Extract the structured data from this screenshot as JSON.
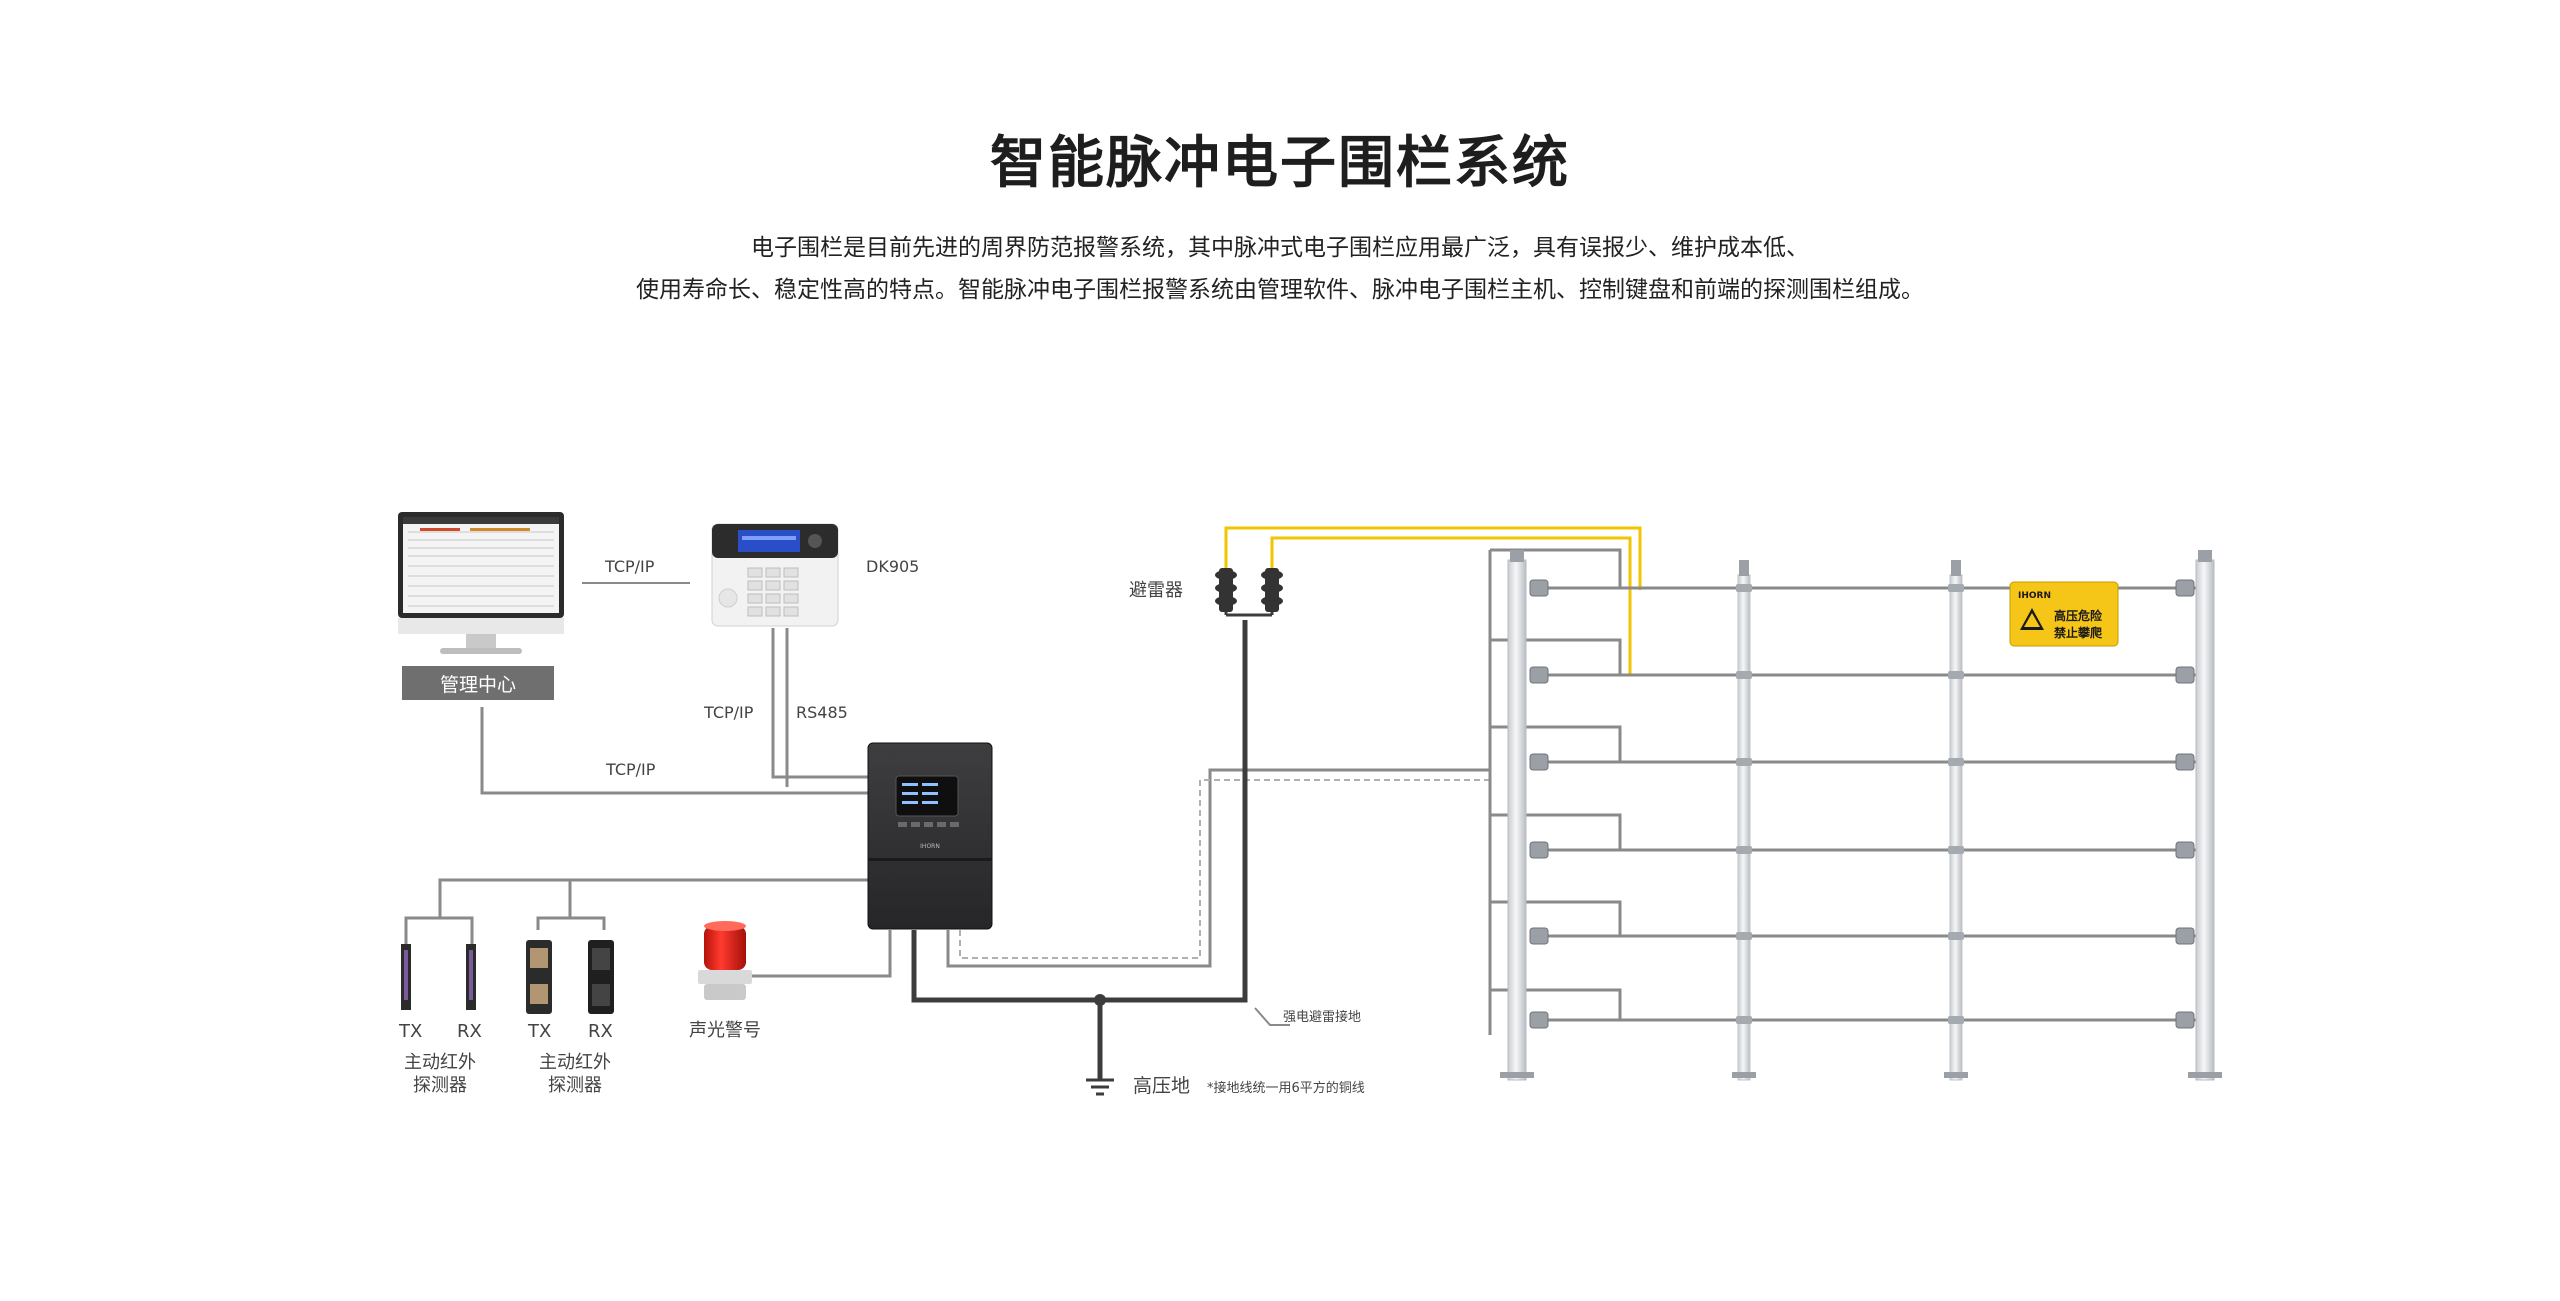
{
  "title": "智能脉冲电子围栏系统",
  "description": {
    "line1": "电子围栏是目前先进的周界防范报警系统，其中脉冲式电子围栏应用最广泛，具有误报少、维护成本低、",
    "line2": "使用寿命长、稳定性高的特点。智能脉冲电子围栏报警系统由管理软件、脉冲电子围栏主机、控制键盘和前端的探测围栏组成。"
  },
  "labels": {
    "management_center": "管理中心",
    "tcpip_monitor_keyboard": "TCP/IP",
    "keyboard_model": "DK905",
    "tcpip_keyboard_host": "TCP/IP",
    "rs485": "RS485",
    "tcpip_center_host": "TCP/IP",
    "lightning_arrester": "避雷器",
    "strong_lightning_ground": "强电避雷接地",
    "high_voltage_ground": "高压地",
    "ground_note": "*接地线统一用6平方的铜线",
    "tx1": "TX",
    "rx1": "RX",
    "ir_detector1_line1": "主动红外",
    "ir_detector1_line2": "探测器",
    "tx2": "TX",
    "rx2": "RX",
    "ir_detector2_line1": "主动红外",
    "ir_detector2_line2": "探测器",
    "siren": "声光警号",
    "sign_brand": "IHORN",
    "sign_line1": "高压危险",
    "sign_line2": "禁止攀爬",
    "host_brand": "IHORN"
  },
  "colors": {
    "wire_gray": "#8a8a8a",
    "wire_dark": "#3c3c3c",
    "wire_yellow": "#f2c500",
    "sign_yellow": "#f5c518",
    "siren_red": "#e32117",
    "center_badge": "#6f6f6f"
  }
}
